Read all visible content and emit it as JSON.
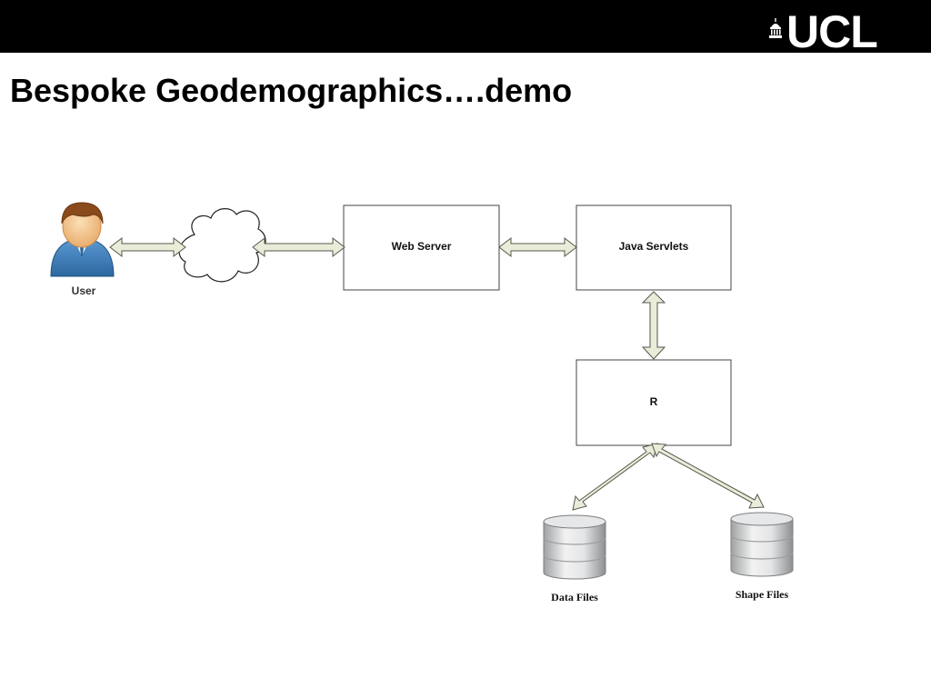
{
  "slide": {
    "title": "Bespoke Geodemographics….demo"
  },
  "logo": {
    "text": "UCL",
    "icon": "portico-dome-icon"
  },
  "diagram": {
    "user_label": "User",
    "user_icon": "user-avatar-icon",
    "cloud_icon": "internet-cloud-icon",
    "web_server_label": "Web Server",
    "java_servlets_label": "Java Servlets",
    "r_label": "R",
    "data_files_label": "Data Files",
    "shape_files_label": "Shape Files",
    "database_icon": "database-cylinder-icon",
    "arrow_fill": "#e8ecd8",
    "arrow_stroke": "#55594c"
  }
}
